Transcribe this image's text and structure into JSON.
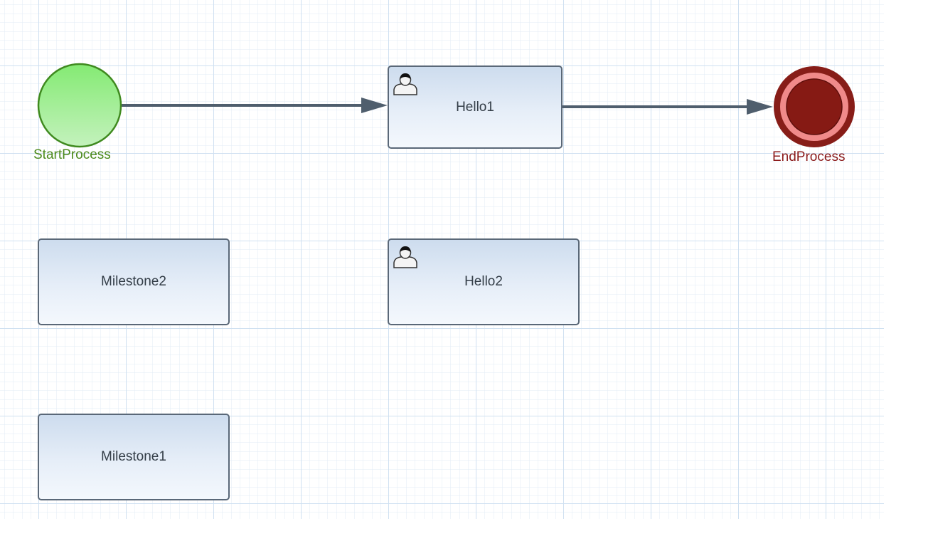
{
  "diagram": {
    "nodes": {
      "start": {
        "type": "start-event",
        "label": "StartProcess",
        "color": "#4c8a1c"
      },
      "hello1": {
        "type": "user-task",
        "label": "Hello1",
        "icon": "user-icon"
      },
      "end": {
        "type": "end-event",
        "label": "EndProcess",
        "color": "#8b1a1a"
      },
      "milestone2": {
        "type": "task",
        "label": "Milestone2"
      },
      "hello2": {
        "type": "user-task",
        "label": "Hello2",
        "icon": "user-icon"
      },
      "milestone1": {
        "type": "task",
        "label": "Milestone1"
      }
    },
    "edges": [
      {
        "from": "StartProcess",
        "to": "Hello1"
      },
      {
        "from": "Hello1",
        "to": "EndProcess"
      }
    ]
  },
  "colors": {
    "grid_line": "#d4e3f2",
    "task_border": "#5a6878",
    "start_fill": "#86ea7a",
    "end_fill": "#861a14",
    "connector": "#4f5e6d"
  }
}
